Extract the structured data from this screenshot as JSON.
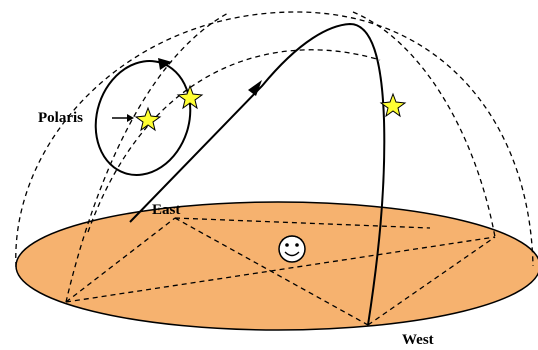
{
  "labels": {
    "polaris": "Polaris",
    "east": "East",
    "west": "West"
  },
  "colors": {
    "ground": "#f6b26f",
    "star": "#ffff33",
    "line": "#000000"
  },
  "icons": {
    "observer": "smiley-face-icon",
    "star": "star-icon",
    "arrow": "arrow-right-icon"
  }
}
